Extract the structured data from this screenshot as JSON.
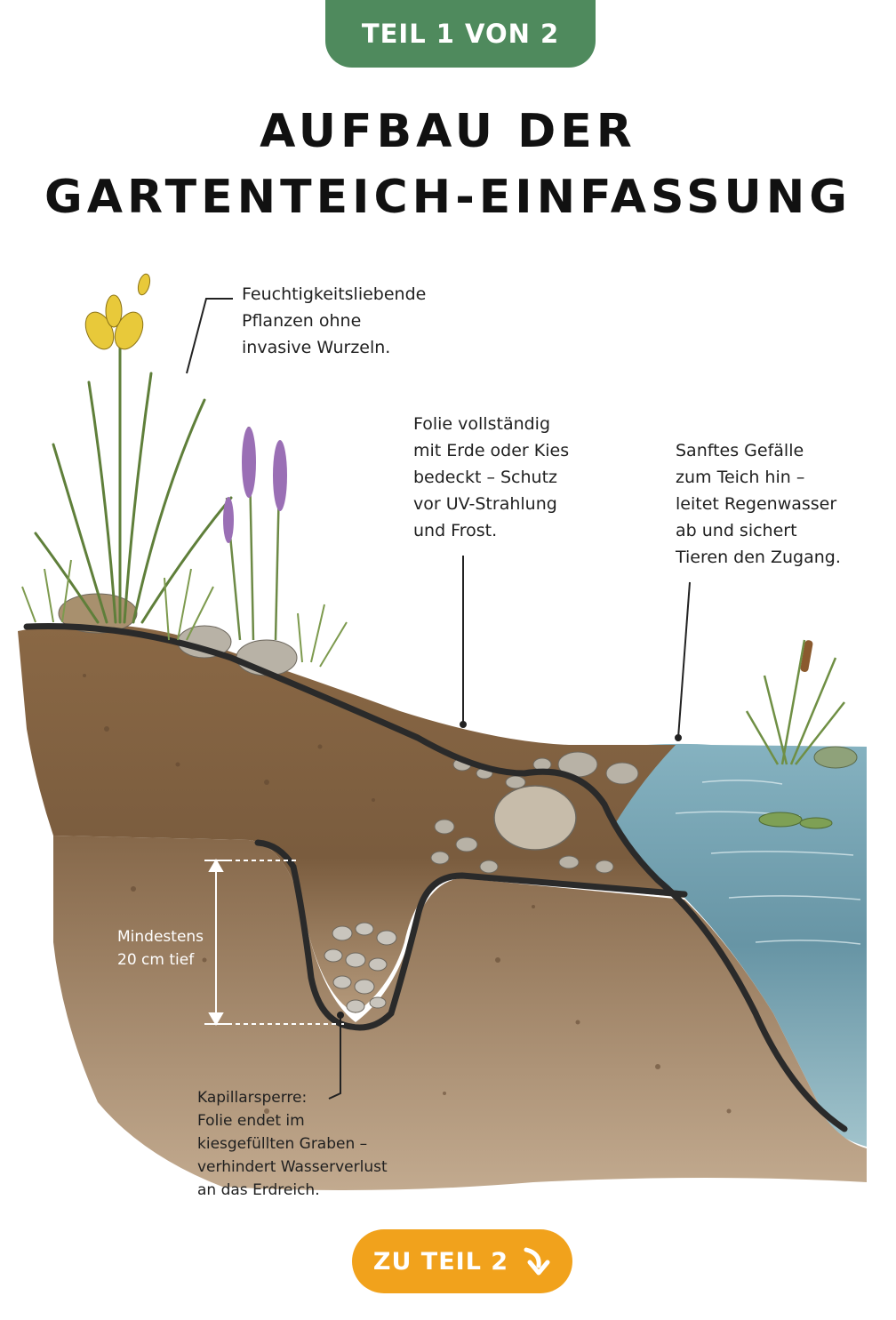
{
  "header": {
    "badge": "TEIL 1 VON 2",
    "title_line1": "AUFBAU DER",
    "title_line2": "GARTENTEICH-EINFASSUNG"
  },
  "annotations": {
    "plants": "Feuchtigkeitsliebende\nPflanzen ohne\ninvasive Wurzeln.",
    "liner_cover": "Folie vollständig\nmit Erde oder Kies\nbedeckt – Schutz\nvor UV-Strahlung\nund Frost.",
    "slope": "Sanftes Gefälle\nzum Teich hin –\nleitet Regenwasser\nab und sichert\nTieren den Zugang.",
    "depth": "Mindestens\n20 cm tief",
    "capillary_title": "Kapillarsperre:",
    "capillary_text": "Folie endet im\nkiesgefüllten Graben –\nverhindert Wasserverlust\nan das Erdreich."
  },
  "cta": {
    "label": "ZU TEIL 2",
    "icon": "arrow-down-right-icon"
  },
  "colors": {
    "badge": "#4f8a5d",
    "cta": "#f1a21c",
    "soil": "#8a6a48",
    "water": "#6f9fb0",
    "liner": "#2a2a2a"
  }
}
